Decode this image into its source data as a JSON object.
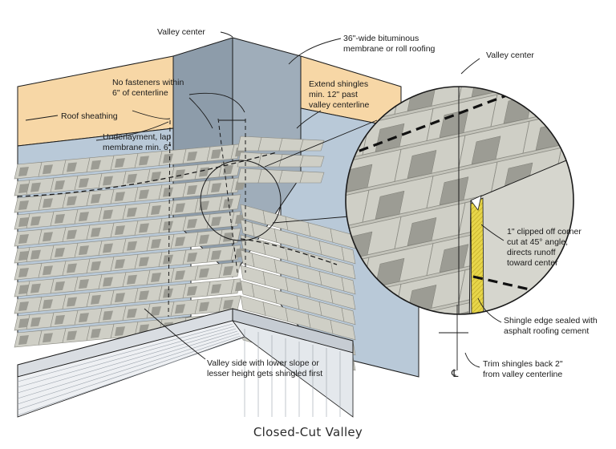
{
  "caption": "Closed-Cut Valley",
  "centerline_symbol": "℄",
  "labels": {
    "valley_center_main": "Valley center",
    "membrane_line1": "36\"-wide bituminous",
    "membrane_line2": "membrane or roll roofing",
    "no_fasteners_line1": "No fasteners within",
    "no_fasteners_line2": "6\" of centerline",
    "extend_line1": "Extend shingles",
    "extend_line2": "min. 12\" past",
    "extend_line3": "valley centerline",
    "roof_sheathing": "Roof sheathing",
    "underlayment_line1": "Underlayment, lap",
    "underlayment_line2": "membrane min. 6\"",
    "valley_center_detail": "Valley center",
    "clipped_line1": "1\" clipped off corner",
    "clipped_line2": "cut at 45° angle,",
    "clipped_line3": "directs runoff",
    "clipped_line4": "toward center",
    "sealed_line1": "Shingle edge sealed with",
    "sealed_line2": "asphalt roofing cement",
    "trim_line1": "Trim shingles back 2\"",
    "trim_line2": "from valley centerline",
    "valley_side_line1": "Valley side with lower slope or",
    "valley_side_line2": "lesser height gets shingled first"
  },
  "colors": {
    "sheathing": "#f7d7a6",
    "underlayment": "#b9c9d8",
    "membrane": "#8d9caa",
    "shingle": "#cfcfc6",
    "shingle_edge": "#8a8a82",
    "shingle_shadow": "#9c9c94",
    "fascia": "#d9dde2",
    "hatch": "#e7d64a",
    "outline": "#1a1a1a"
  }
}
